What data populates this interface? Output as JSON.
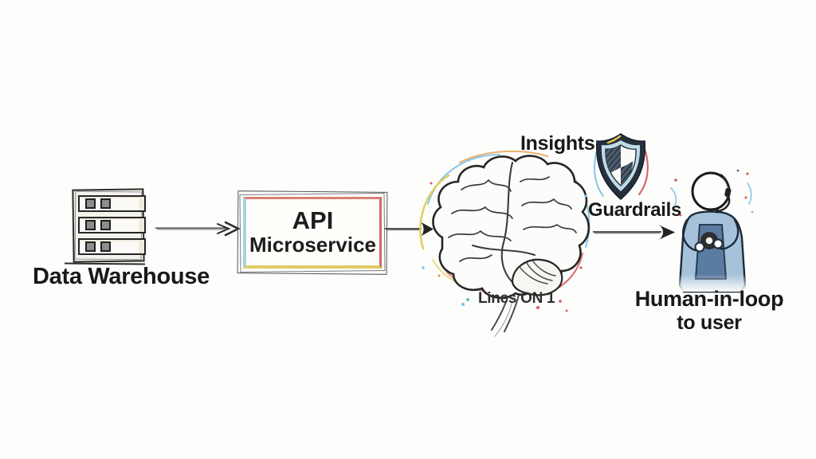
{
  "diagram": {
    "nodes": {
      "data_warehouse": {
        "label": "Data Warehouse",
        "icon": "server-rack-icon"
      },
      "api_microservice": {
        "label_line1": "API",
        "label_line2": "Microservice"
      },
      "brain": {
        "label": "Insights",
        "caption": "Lines ON 1",
        "icon": "brain-icon"
      },
      "guardrails": {
        "label": "Guardrails",
        "icon": "shield-icon"
      },
      "human": {
        "label_line1": "Human-in-loop",
        "label_line2": "to user",
        "icon": "person-headset-icon"
      }
    },
    "flow_order": [
      "Data Warehouse",
      "API Microservice",
      "Insights",
      "Guardrails",
      "Human-in-loop to user"
    ],
    "colors": {
      "background": "#fdfdfc",
      "ink": "#1f1f1f",
      "api_border_top": "#d97f72",
      "api_border_right": "#cf6b63",
      "api_border_bottom": "#dfcc63",
      "api_border_left": "#a7d2e2",
      "aura_blue": "#85c6e8",
      "aura_yellow": "#e3cd5a",
      "aura_red": "#dd6b6b",
      "aura_orange": "#e2a049",
      "aura_green": "#86bf8e",
      "shield_dark": "#25303c",
      "shield_light_ring": "#bfdde8",
      "figure_shirt_blue": "#a6c2da",
      "figure_apron_blue": "#56799f"
    }
  }
}
